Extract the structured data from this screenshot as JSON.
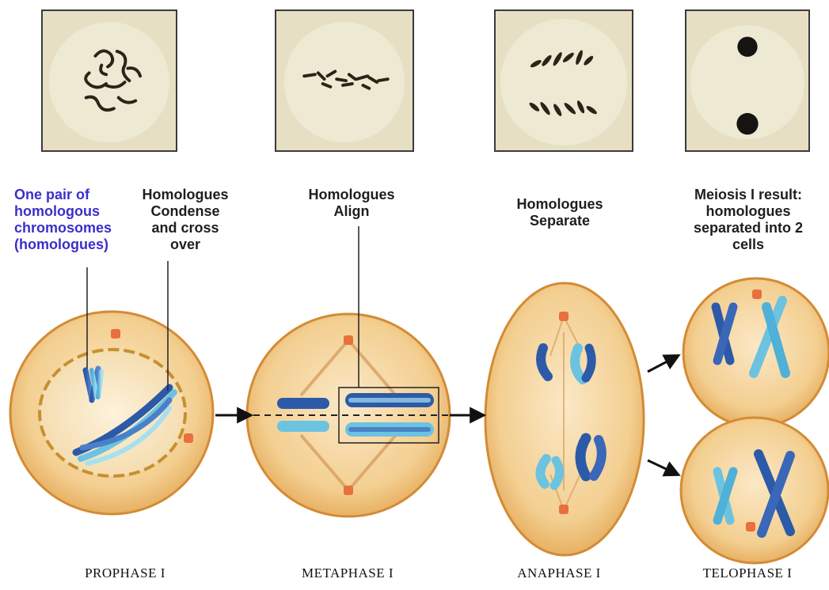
{
  "labels": {
    "one_pair": "One pair of\nhomologous\nchromosomes\n(homologues)",
    "condense": "Homologues\nCondense\nand cross\nover",
    "align": "Homologues\nAlign",
    "separate": "Homologues\nSeparate",
    "result": "Meiosis I result:\nhomologues\nseparated into 2\ncells"
  },
  "phases": [
    "PROPHASE I",
    "METAPHASE I",
    "ANAPHASE I",
    "TELOPHASE I"
  ],
  "colors": {
    "cell_fill": "#f2c98a",
    "cell_edge": "#d8963c",
    "chromosome_dark": "#3a67b8",
    "chromosome_light": "#6cc3e0",
    "centrosome": "#e8703c",
    "label_blue": "#3b2fc9",
    "photo_bg": "#e6dfc3"
  }
}
